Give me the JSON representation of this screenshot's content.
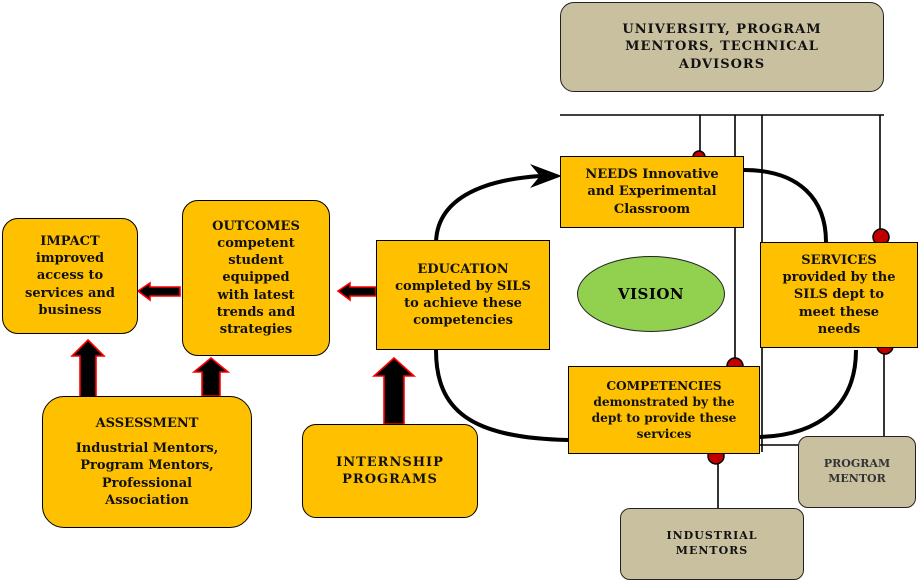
{
  "university": {
    "line1": "UNIVERSITY,  PROGRAM",
    "line2": "MENTORS, TECHNICAL",
    "line3": "ADVISORS"
  },
  "needs": {
    "line1": "NEEDS Innovative",
    "line2": "and  Experimental",
    "line3": "Classroom"
  },
  "services": {
    "line1": "SERVICES",
    "line2": "provided by the",
    "line3": "SILS dept to",
    "line4": "meet these",
    "line5": "needs"
  },
  "vision": {
    "label": "VISION"
  },
  "education": {
    "line1": "EDUCATION",
    "line2": "completed by SILS",
    "line3": "to achieve these",
    "line4": "competencies"
  },
  "outcomes": {
    "line1": "OUTCOMES",
    "line2": "competent",
    "line3": "student",
    "line4": "equipped",
    "line5": "with latest",
    "line6": "trends and",
    "line7": "strategies"
  },
  "impact": {
    "line1": "IMPACT",
    "line2": "improved",
    "line3": "access to",
    "line4": "services and",
    "line5": "business"
  },
  "competencies": {
    "line1": "COMPETENCIES",
    "line2": "demonstrated by the",
    "line3": "dept to provide these",
    "line4": "services"
  },
  "assessment": {
    "title": "ASSESSMENT",
    "line1": "Industrial Mentors,",
    "line2": "Program Mentors,",
    "line3": "Professional",
    "line4": "Association"
  },
  "internship": {
    "line1": "INTERNSHIP",
    "line2": "PROGRAMS"
  },
  "program_mentor": {
    "line1": "PROGRAM",
    "line2": "MENTOR"
  },
  "industrial_mentors": {
    "line1": "INDUSTRIAL",
    "line2": "MENTORS"
  },
  "colors": {
    "box_fill": "#ffc000",
    "mentor_fill": "#c9c0a0",
    "vision_fill": "#92d050",
    "arrow_outline": "#ff0000",
    "connector_dot": "#c00000"
  }
}
